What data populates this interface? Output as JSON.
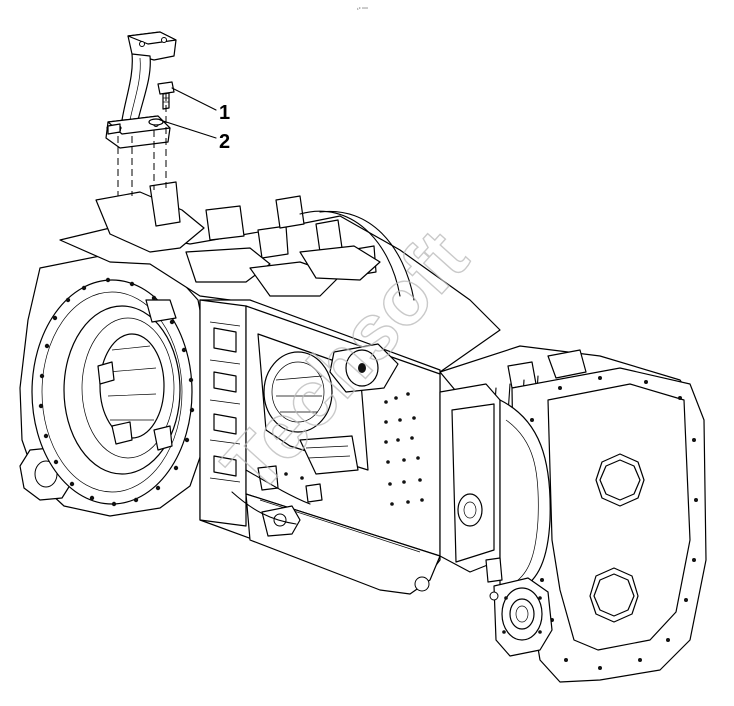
{
  "callouts": [
    {
      "label": "1"
    },
    {
      "label": "2"
    }
  ],
  "top_mark": "¹° °°°",
  "watermark": "Techsoft",
  "colors": {
    "line": "#000000",
    "background": "#ffffff",
    "watermark": "#b8b8b8"
  }
}
